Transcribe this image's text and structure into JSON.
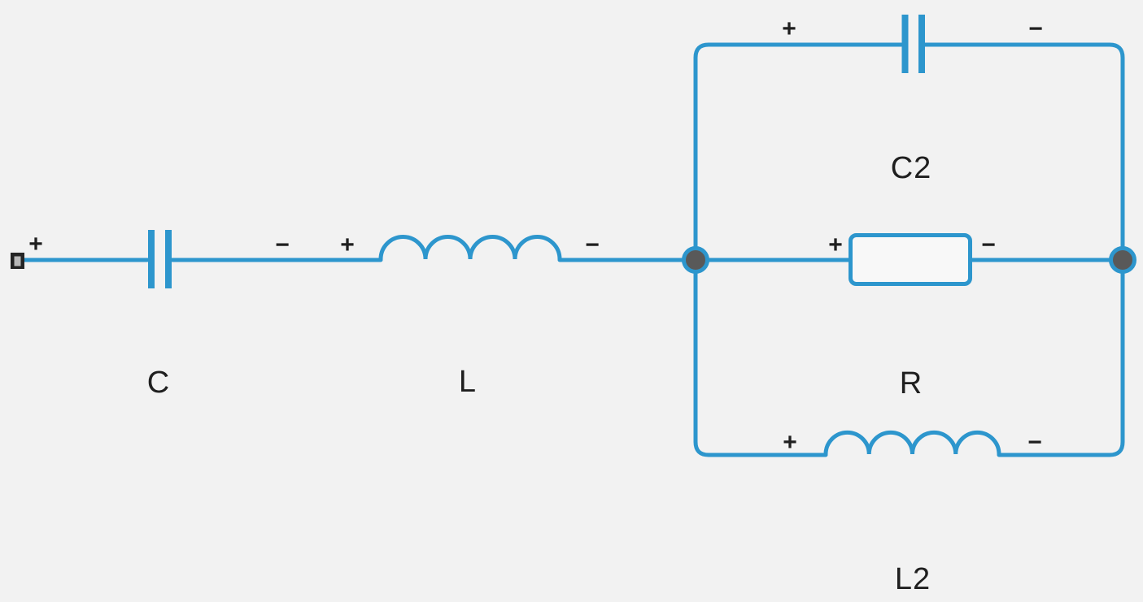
{
  "diagram": {
    "type": "circuit-schematic",
    "description": "Series capacitor C and inductor L feeding a parallel group of capacitor C2, resistor R and inductor L2 between two junction nodes",
    "colors": {
      "wire": "#2d96cd",
      "node_fill": "#595959",
      "resistor_fill": "#f8f8f8",
      "terminal_border": "#242424",
      "terminal_fill": "#b9b9b9",
      "text": "#1f1f1f",
      "background": "#f2f2f2"
    },
    "components": {
      "c": {
        "label": "C",
        "type": "capacitor",
        "plus": "+",
        "minus": "−"
      },
      "l": {
        "label": "L",
        "type": "inductor",
        "plus": "+",
        "minus": "−"
      },
      "c2": {
        "label": "C2",
        "type": "capacitor",
        "plus": "+",
        "minus": "−"
      },
      "r": {
        "label": "R",
        "type": "resistor",
        "plus": "+",
        "minus": "−"
      },
      "l2": {
        "label": "L2",
        "type": "inductor",
        "plus": "+",
        "minus": "−"
      }
    }
  }
}
